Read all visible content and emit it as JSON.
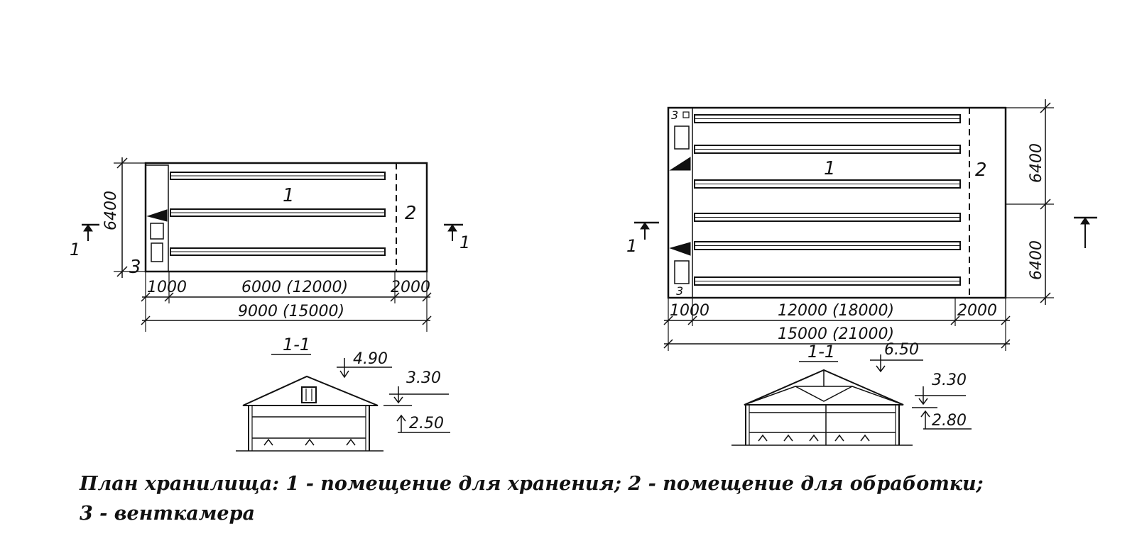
{
  "left_plan": {
    "room_labels": [
      "1",
      "2",
      "3"
    ],
    "height_dim": "6400",
    "dims_row1": [
      "1000",
      "6000 (12000)",
      "2000"
    ],
    "dims_row2": "9000 (15000)",
    "section_marks": [
      "1",
      "1"
    ]
  },
  "right_plan": {
    "room_labels": [
      "1",
      "2",
      "3",
      "3"
    ],
    "height_dims": [
      "6400",
      "6400"
    ],
    "dims_row1": [
      "1000",
      "12000 (18000)",
      "2000"
    ],
    "dims_row2": "15000 (21000)",
    "section_marks": [
      "1"
    ]
  },
  "left_section": {
    "label": "1-1",
    "elevations": [
      "4.90",
      "3.30",
      "2.50"
    ]
  },
  "right_section": {
    "label": "1-1",
    "elevations": [
      "6.50",
      "3.30",
      "2.80"
    ]
  },
  "caption": {
    "line1": "План хранилища: 1 - помещение для хранения; 2 - помещение для обработки;",
    "line2": "3 - венткамера"
  }
}
